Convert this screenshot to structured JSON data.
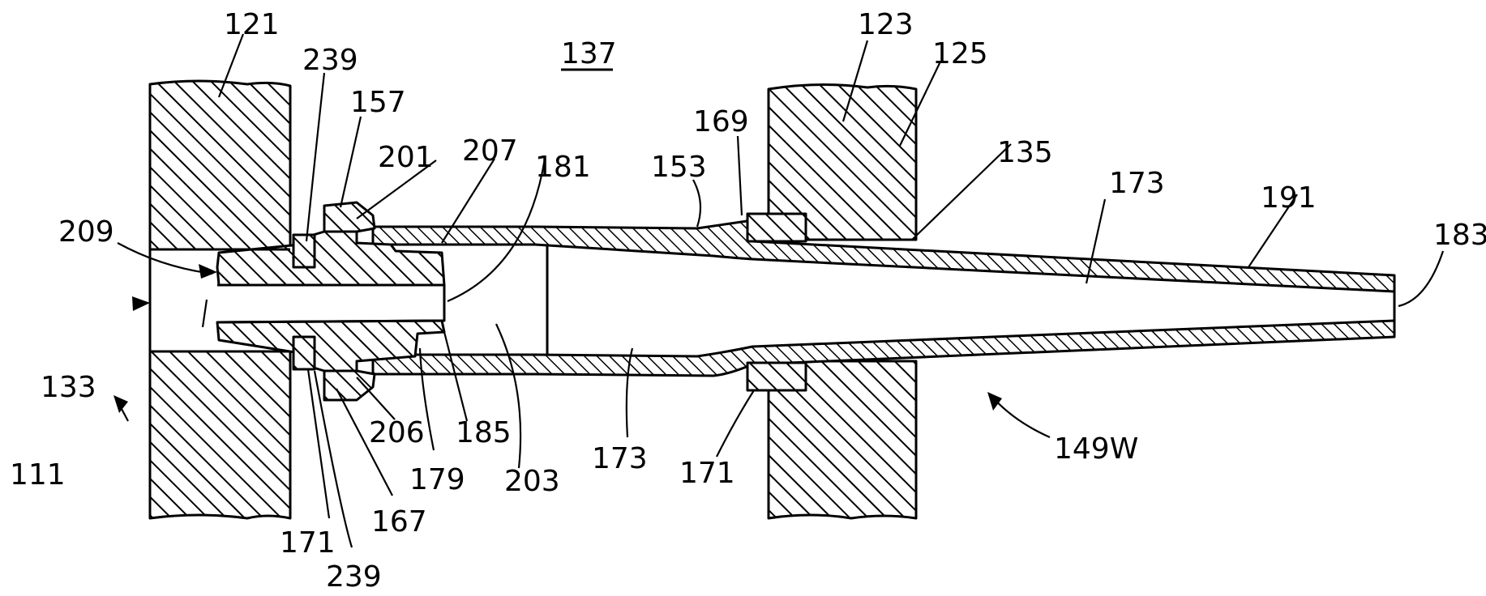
{
  "labels": {
    "l121": "121",
    "l239a": "239",
    "l137": "137",
    "l123": "123",
    "l125": "125",
    "l157": "157",
    "l169": "169",
    "l201": "201",
    "l207": "207",
    "l181": "181",
    "l153": "153",
    "l135": "135",
    "l173a": "173",
    "l191": "191",
    "l183": "183",
    "l209": "209",
    "l133": "133",
    "l111": "111",
    "l206": "206",
    "l185": "185",
    "l179": "179",
    "l203": "203",
    "l173b": "173",
    "l171a": "171",
    "l149w": "149W",
    "l167": "167",
    "l171b": "171",
    "l239b": "239"
  },
  "colors": {
    "line": "#000000",
    "background": "#ffffff"
  }
}
